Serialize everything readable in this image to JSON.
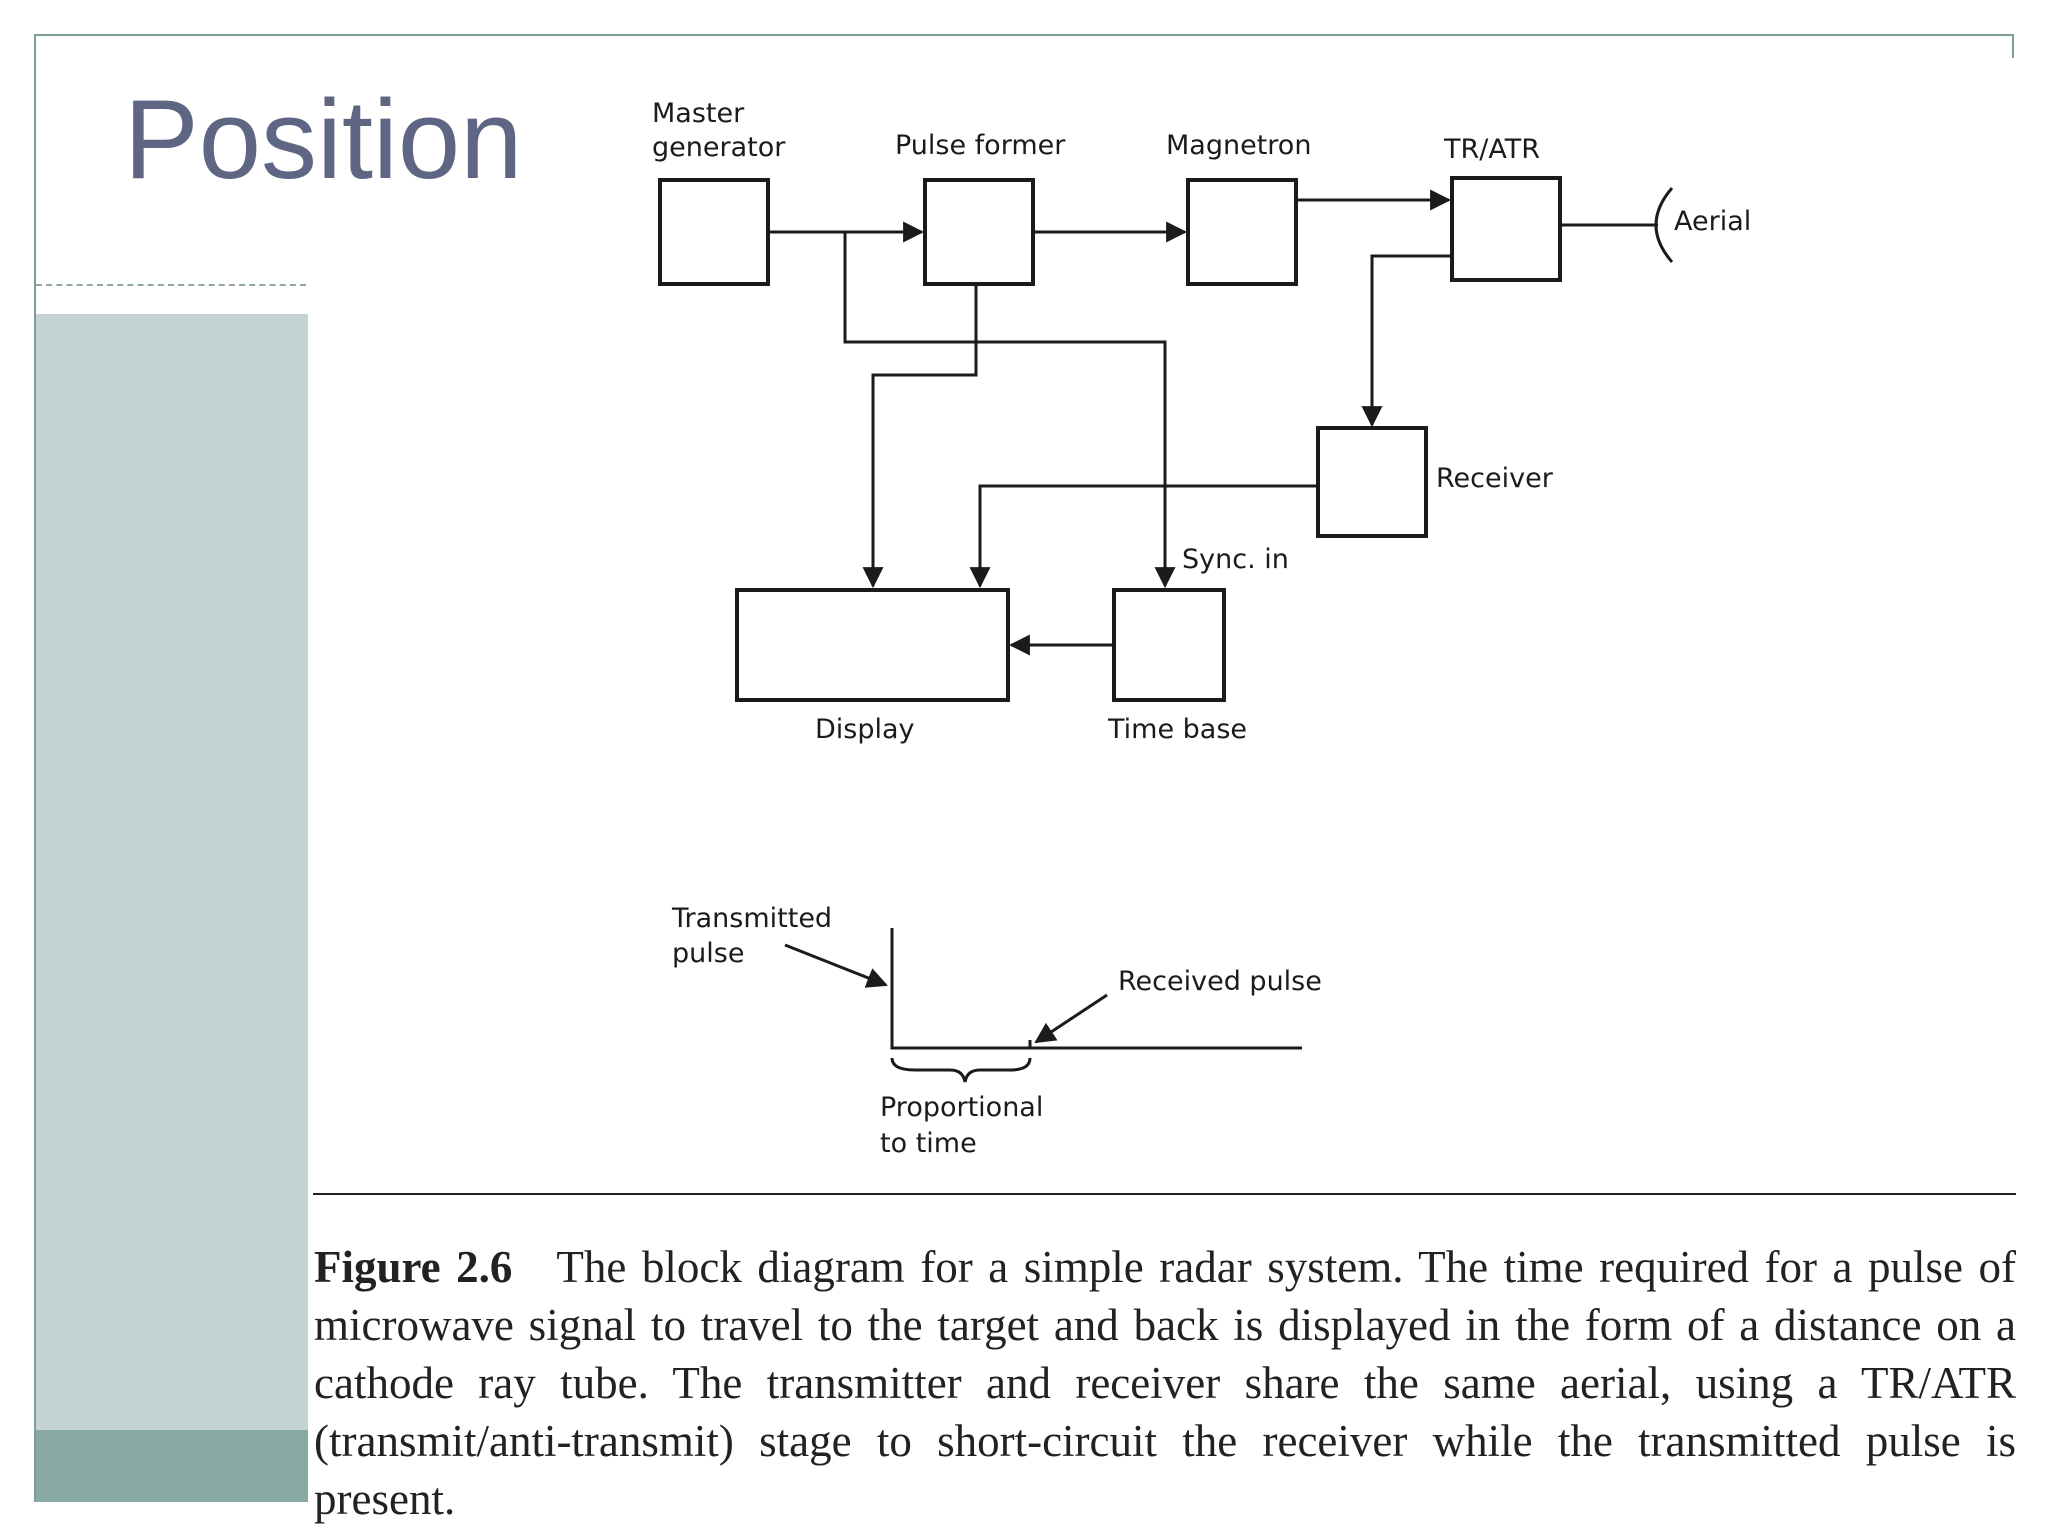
{
  "slide": {
    "title": "Position"
  },
  "diagram": {
    "blocks": {
      "master_generator": [
        "Master",
        "generator"
      ],
      "pulse_former": "Pulse former",
      "magnetron": "Magnetron",
      "tr_atr": "TR/ATR",
      "aerial": "Aerial",
      "receiver": "Receiver",
      "display": "Display",
      "time_base": "Time base"
    },
    "labels": {
      "sync_in": "Sync. in"
    }
  },
  "pulse_plot": {
    "transmitted_pulse": [
      "Transmitted",
      "pulse"
    ],
    "received_pulse": "Received pulse",
    "proportional": [
      "Proportional",
      "to time"
    ]
  },
  "caption": {
    "label": "Figure 2.6",
    "text": "The block diagram for a simple radar system. The time required for a pulse of microwave signal to travel to the target and back is displayed in the form of a distance on a cathode ray tube. The transmitter and receiver share the same aerial, using a TR/ATR (transmit/anti-transmit) stage to short-circuit the receiver while the transmitted pulse is present."
  }
}
